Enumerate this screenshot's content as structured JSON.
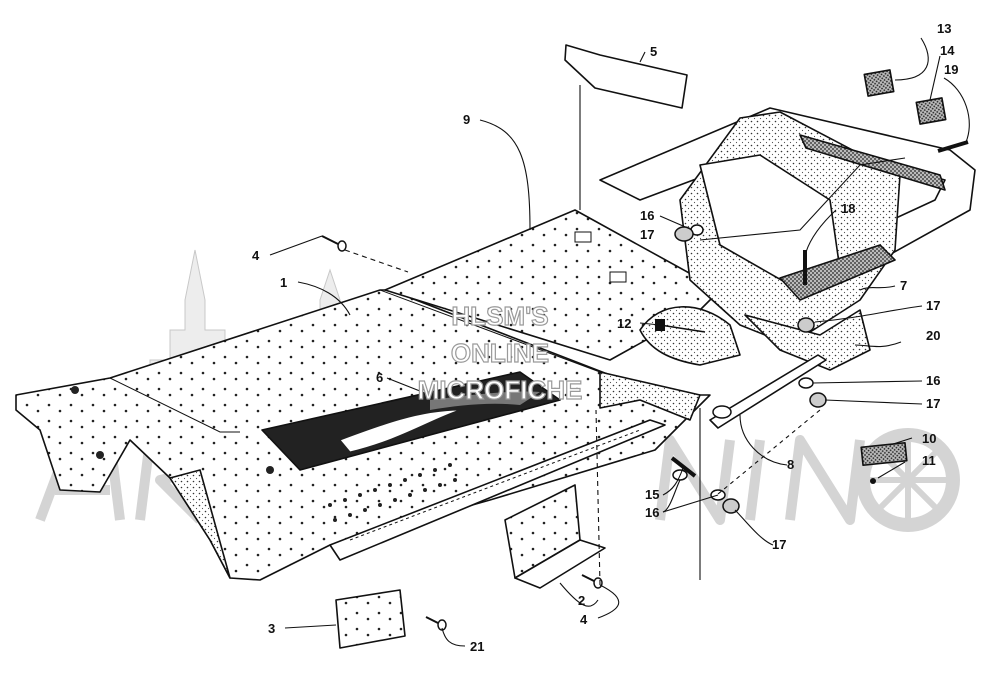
{
  "watermark": {
    "lines": [
      "HLSM'S",
      "ONLINE",
      "MICROFICHE"
    ]
  },
  "callouts": [
    {
      "num": "1"
    },
    {
      "num": "2"
    },
    {
      "num": "3"
    },
    {
      "num": "4"
    },
    {
      "num": "4"
    },
    {
      "num": "5"
    },
    {
      "num": "6"
    },
    {
      "num": "7"
    },
    {
      "num": "8"
    },
    {
      "num": "9"
    },
    {
      "num": "10"
    },
    {
      "num": "11"
    },
    {
      "num": "12"
    },
    {
      "num": "13"
    },
    {
      "num": "14"
    },
    {
      "num": "15"
    },
    {
      "num": "16"
    },
    {
      "num": "16"
    },
    {
      "num": "16"
    },
    {
      "num": "17"
    },
    {
      "num": "17"
    },
    {
      "num": "17"
    },
    {
      "num": "17"
    },
    {
      "num": "18"
    },
    {
      "num": "19"
    },
    {
      "num": "20"
    },
    {
      "num": "21"
    }
  ]
}
